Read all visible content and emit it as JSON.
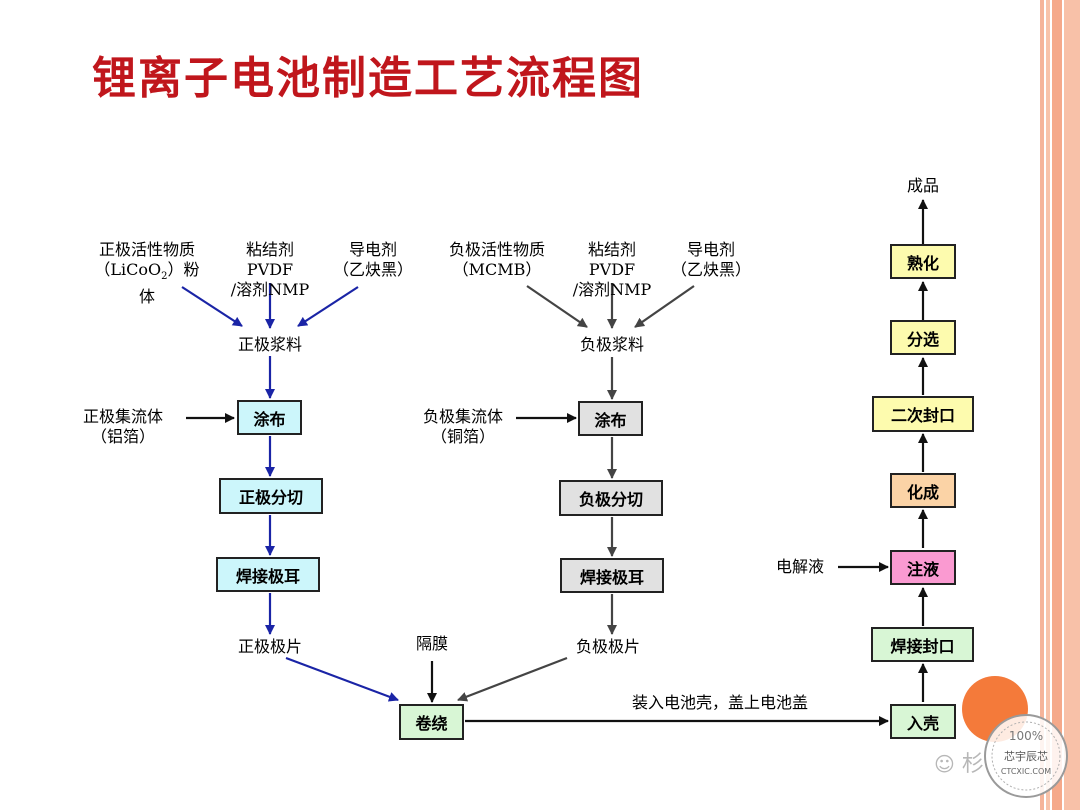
{
  "title": "锂离子电池制造工艺流程图",
  "cathode": {
    "active_line1": "正极活性物质",
    "active_line2a": "（LiCoO",
    "active_sub": "2",
    "active_line2b": "）粉",
    "active_line3": "体",
    "binder_line1": "粘结剂",
    "binder_line2": "PVDF",
    "binder_line3": "/溶剂NMP",
    "conductor_line1": "导电剂",
    "conductor_line2": "（乙炔黑）",
    "slurry": "正极浆料",
    "collector_line1": "正极集流体",
    "collector_line2": "（铝箔）",
    "coating": "涂布",
    "slitting": "正极分切",
    "tab_welding": "焊接极耳",
    "electrode": "正极极片"
  },
  "anode": {
    "active_line1": "负极活性物质",
    "active_line2": "（MCMB）",
    "binder_line1": "粘结剂",
    "binder_line2": "PVDF",
    "binder_line3": "/溶剂NMP",
    "conductor_line1": "导电剂",
    "conductor_line2": "（乙炔黑）",
    "slurry": "负极浆料",
    "collector_line1": "负极集流体",
    "collector_line2": "（铜箔）",
    "coating": "涂布",
    "slitting": "负极分切",
    "tab_welding": "焊接极耳",
    "electrode": "负极极片"
  },
  "separator": "隔膜",
  "winding": "卷绕",
  "casing_label": "装入电池壳，盖上电池盖",
  "assembly": {
    "casing": "入壳",
    "weld_seal": "焊接封口",
    "electrolyte": "电解液",
    "injection": "注液",
    "formation": "化成",
    "second_seal": "二次封口",
    "sorting": "分选",
    "aging": "熟化",
    "product": "成品"
  },
  "watermark": {
    "text": "杉",
    "seal_top": "100%",
    "seal_mid": "芯宇辰芯",
    "seal_bottom": "CTCXIC.COM"
  },
  "colors": {
    "title": "#c0161c",
    "cathode_arrow": "#1a24a6",
    "anode_arrow": "#444444",
    "cathode_box": "#ccf6fb",
    "anode_box": "#e1e1e1",
    "green_box": "#d8f6d5",
    "yellow_box": "#fdfbae",
    "orange_box": "#fbd3a6",
    "pink_box": "#fa9ad1"
  }
}
